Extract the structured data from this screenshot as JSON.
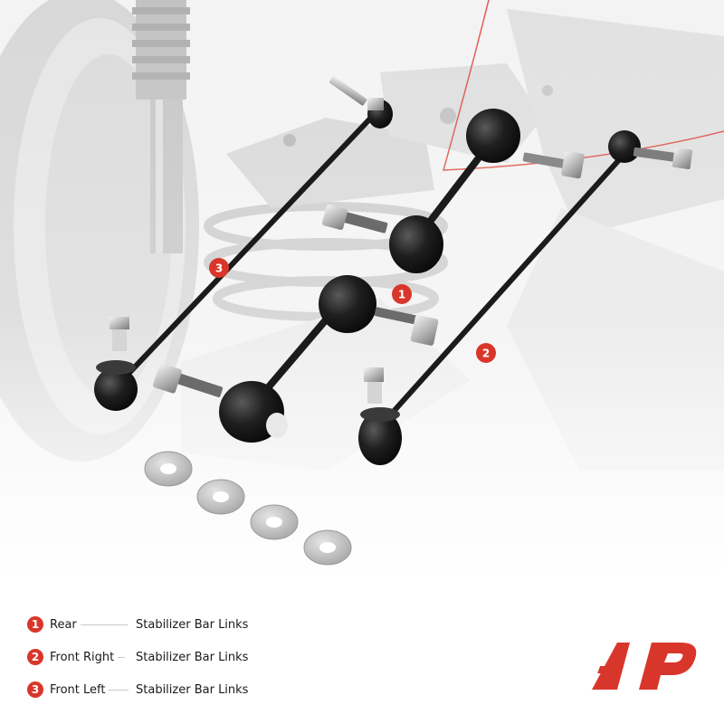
{
  "legend": {
    "items": [
      {
        "number": "1",
        "position": "Rear",
        "part": "Stabilizer Bar Links"
      },
      {
        "number": "2",
        "position": "Front Right",
        "part": "Stabilizer Bar Links"
      },
      {
        "number": "3",
        "position": "Front Left",
        "part": "Stabilizer Bar Links"
      }
    ]
  },
  "callouts": {
    "one": "1",
    "two": "2",
    "three": "3"
  },
  "colors": {
    "accent": "#d9362b",
    "link_body": "#1b1b1b",
    "background_scene": "#e9e9e9"
  },
  "brand": {
    "logo_icon": "a-premium-logo-icon"
  }
}
